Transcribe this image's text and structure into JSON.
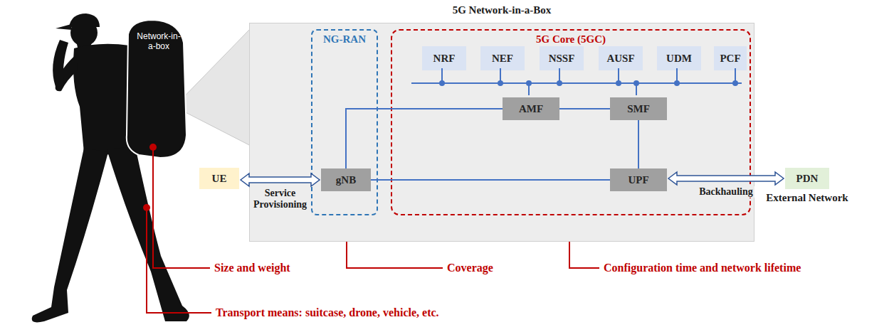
{
  "diagram": {
    "nodes": [
      {
        "text": [
          "5G Network-in-a-Box"
        ]
      },
      {
        "text": [
          "NG-RAN"
        ],
        "in": 0
      },
      {
        "text": [
          "5G Core (5GC)"
        ],
        "in": 0
      },
      {
        "text": [
          "NRF"
        ],
        "in": 2
      },
      {
        "text": [
          "NEF"
        ],
        "in": 2
      },
      {
        "text": [
          "NSSF"
        ],
        "in": 2
      },
      {
        "text": [
          "AUSF"
        ],
        "in": 2
      },
      {
        "text": [
          "UDM"
        ],
        "in": 2
      },
      {
        "text": [
          "PCF"
        ],
        "in": 2
      },
      {
        "text": [
          "AMF"
        ],
        "in": 2
      },
      {
        "text": [
          "SMF"
        ],
        "in": 2
      },
      {
        "text": [
          "gNB"
        ],
        "in": 1
      },
      {
        "text": [
          "UPF"
        ],
        "in": 2
      },
      {
        "text": [
          "UE"
        ]
      },
      {
        "text": [
          "PDN",
          "External Network"
        ]
      }
    ],
    "edges": [
      {
        "from": 13,
        "to": 11,
        "arrow": "both",
        "label": "Service Provisioning"
      },
      {
        "from": 11,
        "to": 9,
        "arrow": "none"
      },
      {
        "from": 9,
        "to": 10,
        "arrow": "none"
      },
      {
        "from": 10,
        "to": 12,
        "arrow": "none"
      },
      {
        "from": 11,
        "to": 12,
        "arrow": "none"
      },
      {
        "from": 12,
        "to": 14,
        "arrow": "both",
        "label": "Backhauling"
      }
    ],
    "labels": [
      "Network-in-a-box",
      "Size and weight",
      "Coverage",
      "Configuration time and network lifetime",
      "Transport means: suitcase, drone, vehicle, etc."
    ]
  }
}
